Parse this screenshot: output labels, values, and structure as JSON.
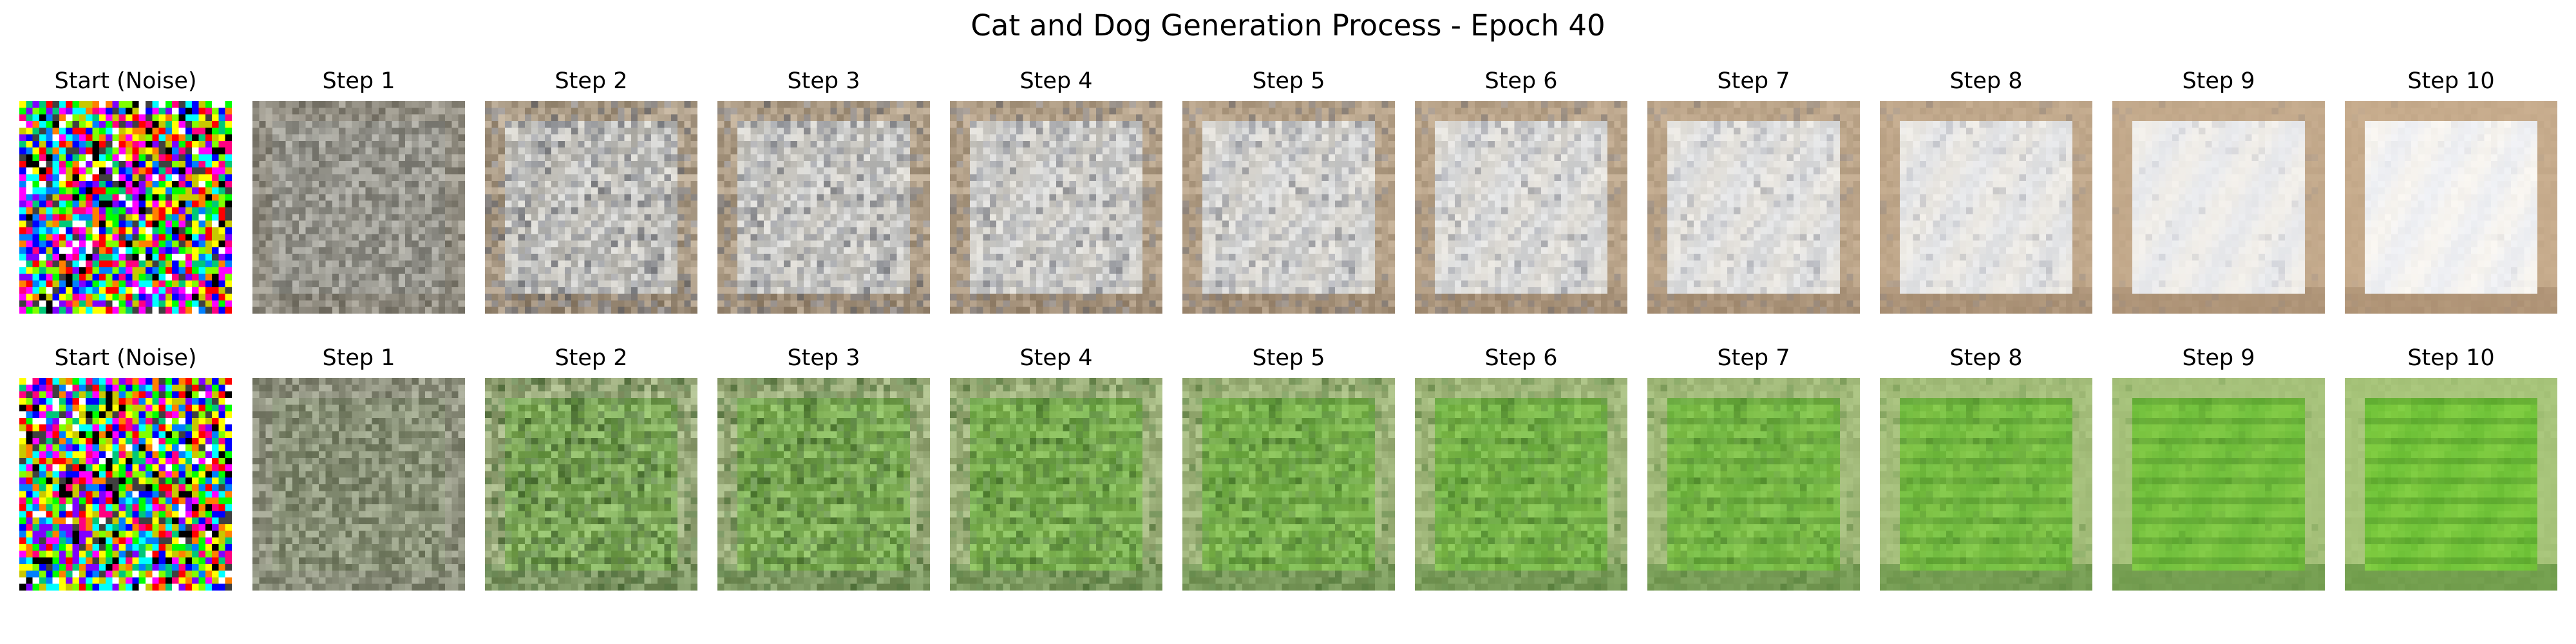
{
  "figure": {
    "title": "Cat and Dog Generation Process - Epoch 40"
  },
  "rows": [
    {
      "panels": [
        {
          "label": "Start (Noise)",
          "kind": "noise",
          "seed": 7
        },
        {
          "label": "Step 1",
          "kind": "blend",
          "step": 1
        },
        {
          "label": "Step 2",
          "kind": "blend",
          "step": 2
        },
        {
          "label": "Step 3",
          "kind": "blend",
          "step": 3
        },
        {
          "label": "Step 4",
          "kind": "blend",
          "step": 4
        },
        {
          "label": "Step 5",
          "kind": "blend",
          "step": 5
        },
        {
          "label": "Step 6",
          "kind": "blend",
          "step": 6
        },
        {
          "label": "Step 7",
          "kind": "blend",
          "step": 7
        },
        {
          "label": "Step 8",
          "kind": "blend",
          "step": 8
        },
        {
          "label": "Step 9",
          "kind": "blend",
          "step": 9
        },
        {
          "label": "Step 10",
          "kind": "blend",
          "step": 10
        }
      ],
      "palette": {
        "grey": "#8a8980",
        "frame": "#c6ab8c",
        "center": "#f7f4ef",
        "centerTint": "#e3e9f6",
        "detail": "#6a6f85",
        "shadow": "#9b7f63"
      }
    },
    {
      "panels": [
        {
          "label": "Start (Noise)",
          "kind": "noise",
          "seed": 13
        },
        {
          "label": "Step 1",
          "kind": "blend",
          "step": 1
        },
        {
          "label": "Step 2",
          "kind": "blend",
          "step": 2
        },
        {
          "label": "Step 3",
          "kind": "blend",
          "step": 3
        },
        {
          "label": "Step 4",
          "kind": "blend",
          "step": 4
        },
        {
          "label": "Step 5",
          "kind": "blend",
          "step": 5
        },
        {
          "label": "Step 6",
          "kind": "blend",
          "step": 6
        },
        {
          "label": "Step 7",
          "kind": "blend",
          "step": 7
        },
        {
          "label": "Step 8",
          "kind": "blend",
          "step": 8
        },
        {
          "label": "Step 9",
          "kind": "blend",
          "step": 9
        },
        {
          "label": "Step 10",
          "kind": "blend",
          "step": 10
        }
      ],
      "palette": {
        "grey": "#8b8a7f",
        "frame": "#a7c47a",
        "center": "#6fc238",
        "centerTint": "#8fd64a",
        "detail": "#2f6a18",
        "shadow": "#3f7a22"
      }
    }
  ]
}
